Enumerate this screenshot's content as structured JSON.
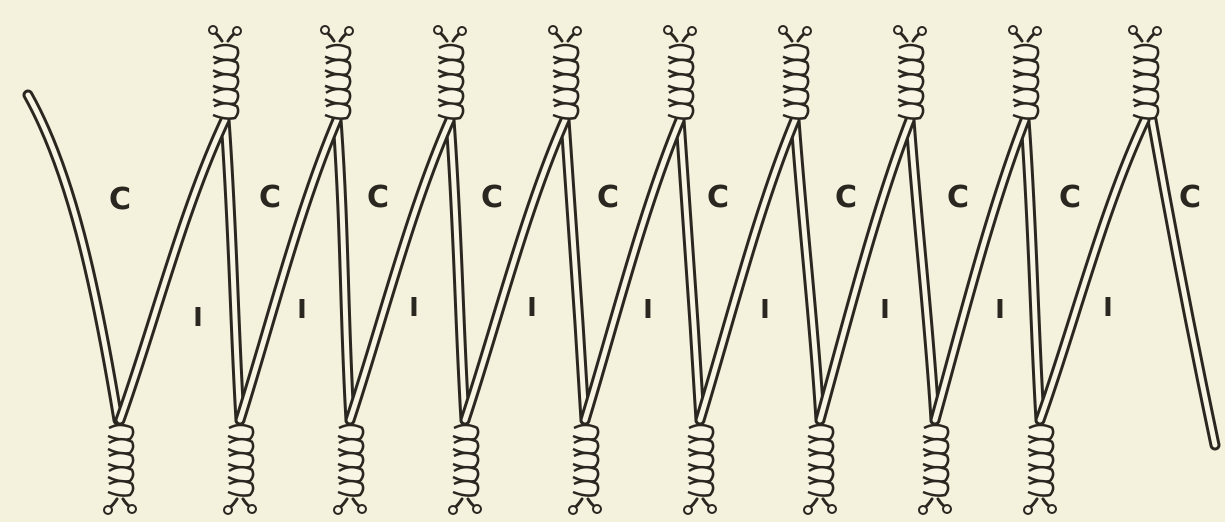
{
  "figure": {
    "continuous_strand_label": "C",
    "intermittent_strand_label": "I",
    "crossing_count": 10,
    "label_count": 10,
    "colors": {
      "paper": "#f4f1dc",
      "ink": "#2a2620",
      "strand_fill": "#f8f5e4"
    }
  }
}
